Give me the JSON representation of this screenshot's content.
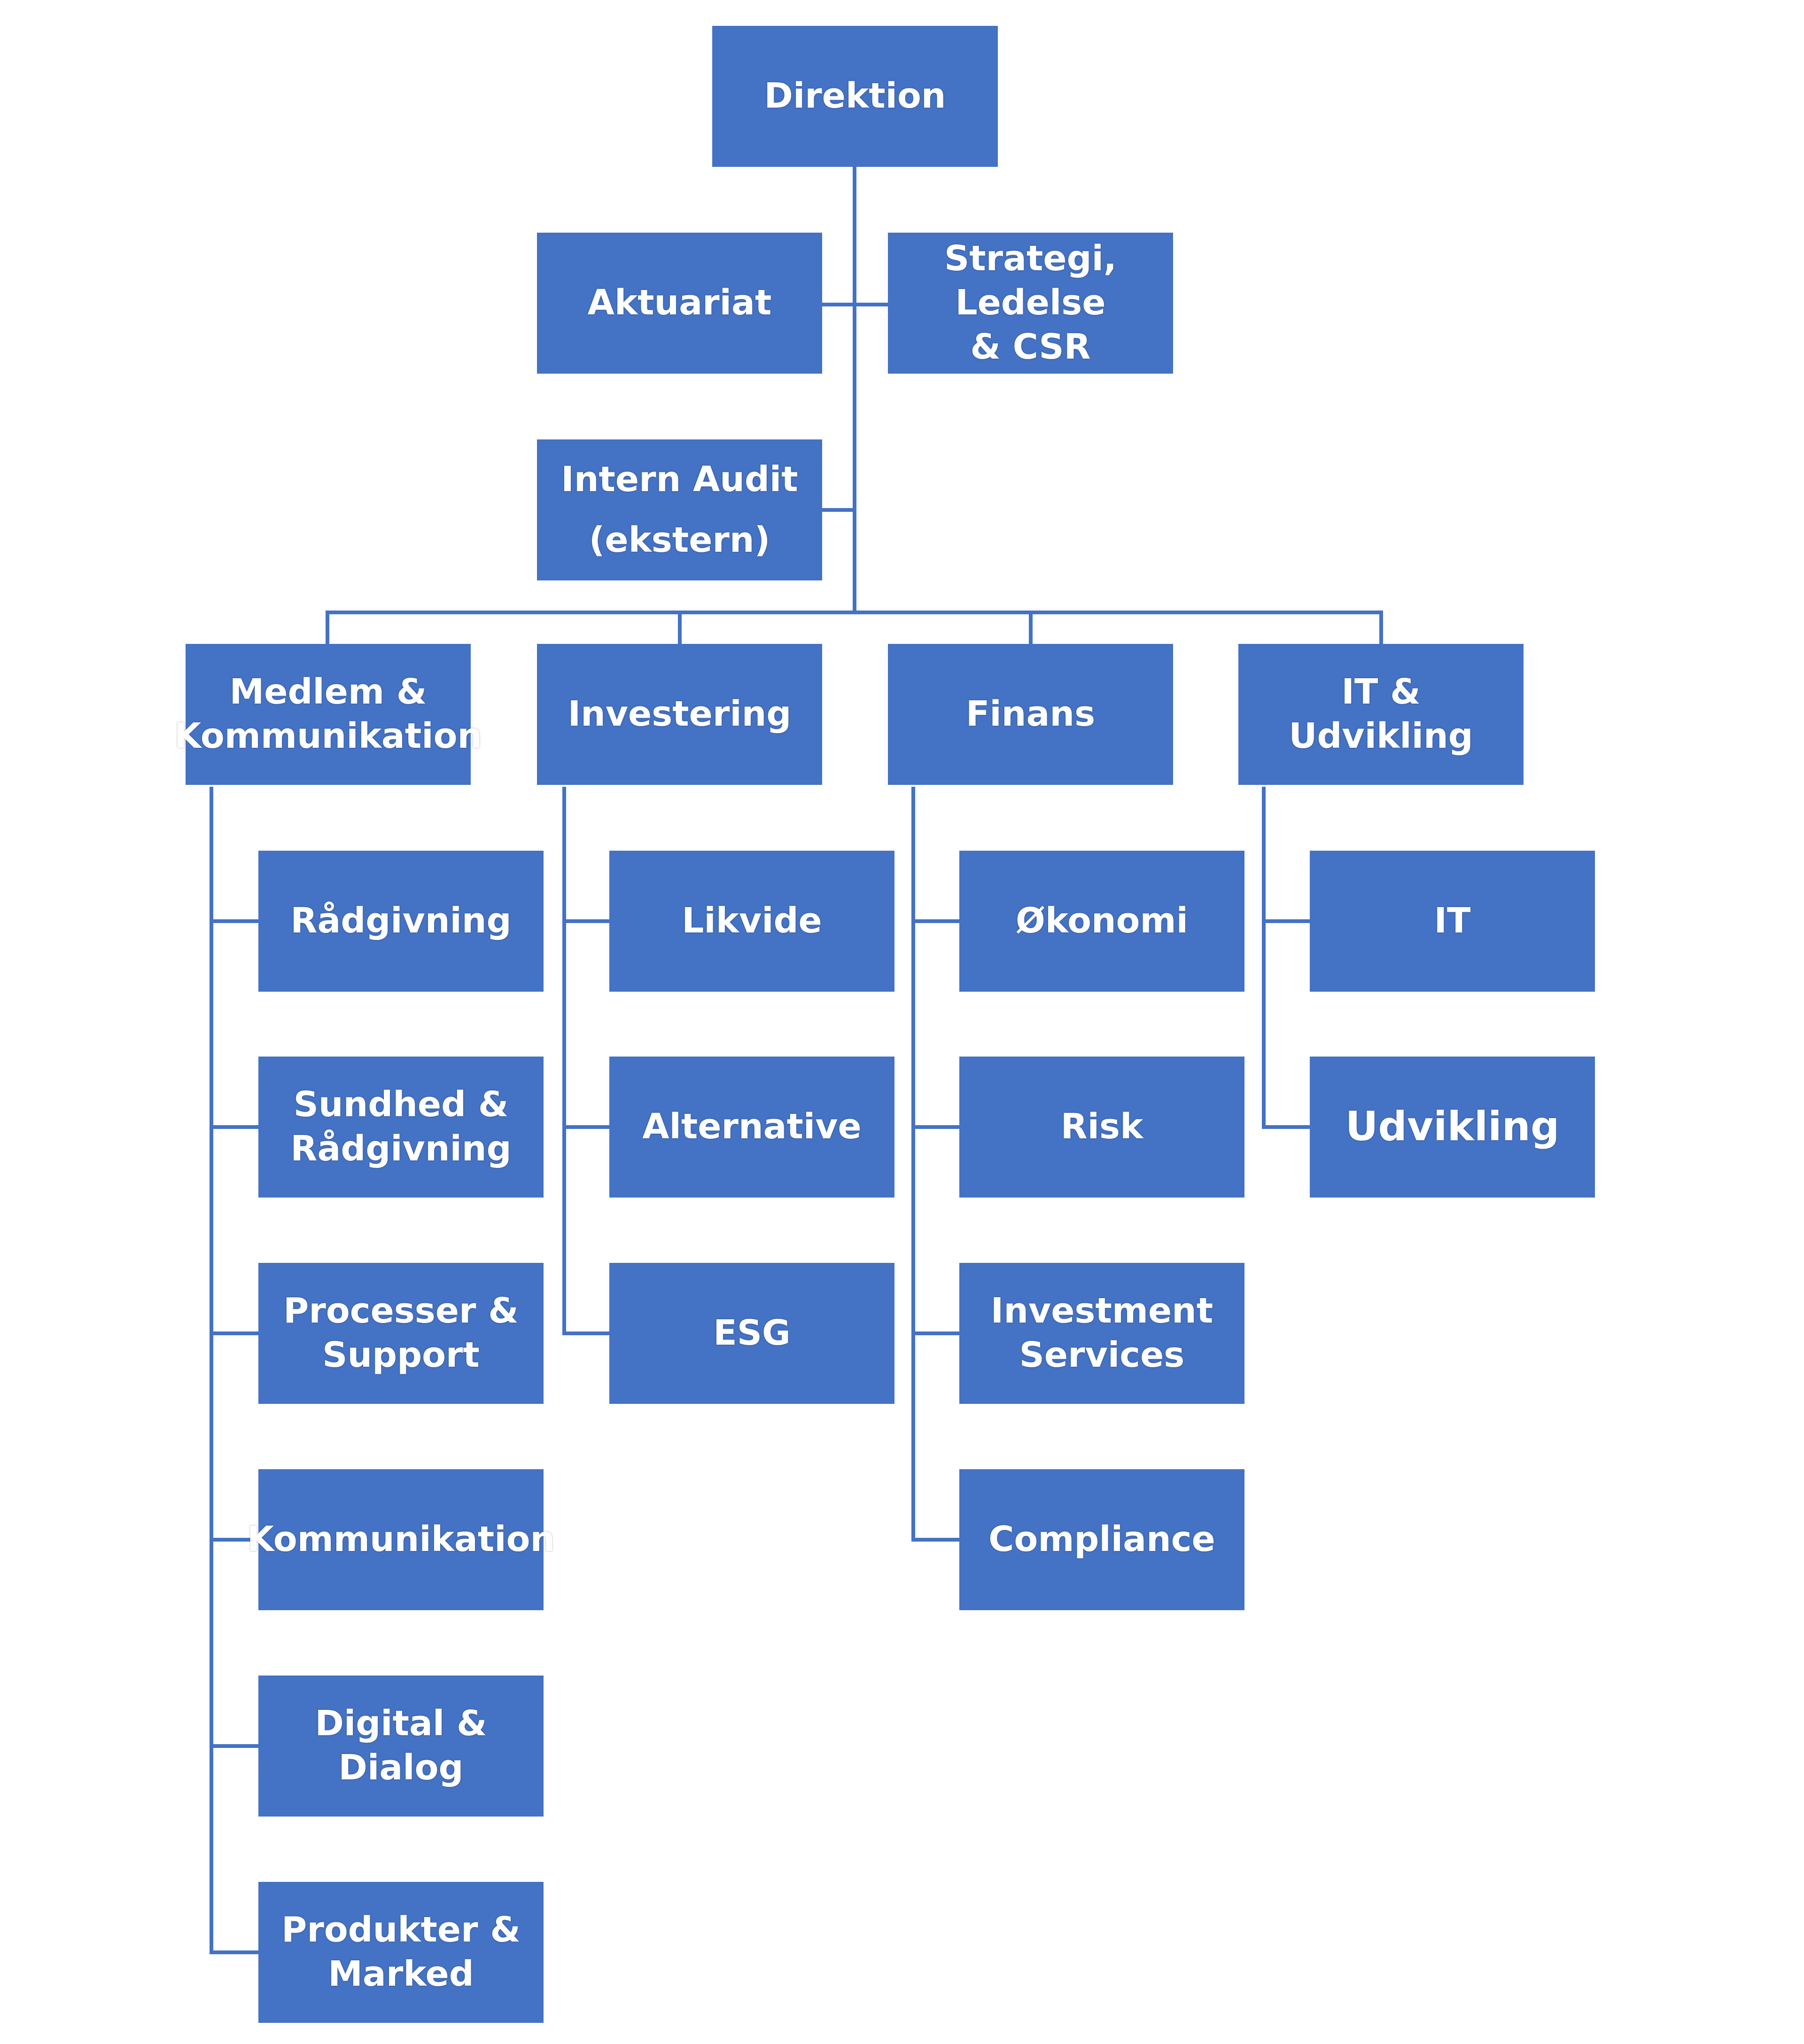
{
  "top": "Direktion",
  "staff": {
    "aktuariat": "Aktuariat",
    "strategi": "Strategi, Ledelse\n& CSR",
    "audit": "Intern Audit\n(ekstern)"
  },
  "divisions": [
    {
      "name": "Medlem &\nKommunikation",
      "units": [
        "Rådgivning",
        "Sundhed &\nRådgivning",
        "Processer &\nSupport",
        "Kommunikation",
        "Digital & Dialog",
        "Produkter &\nMarked"
      ]
    },
    {
      "name": "Investering",
      "units": [
        "Likvide",
        "Alternative",
        "ESG"
      ]
    },
    {
      "name": "Finans",
      "units": [
        "Økonomi",
        "Risk",
        "Investment\nServices",
        "Compliance"
      ]
    },
    {
      "name": "IT & Udvikling",
      "units": [
        "IT",
        "Udvikling"
      ]
    }
  ],
  "colors": {
    "box": "#4472c4",
    "line": "#4472c4",
    "text": "#ffffff"
  }
}
